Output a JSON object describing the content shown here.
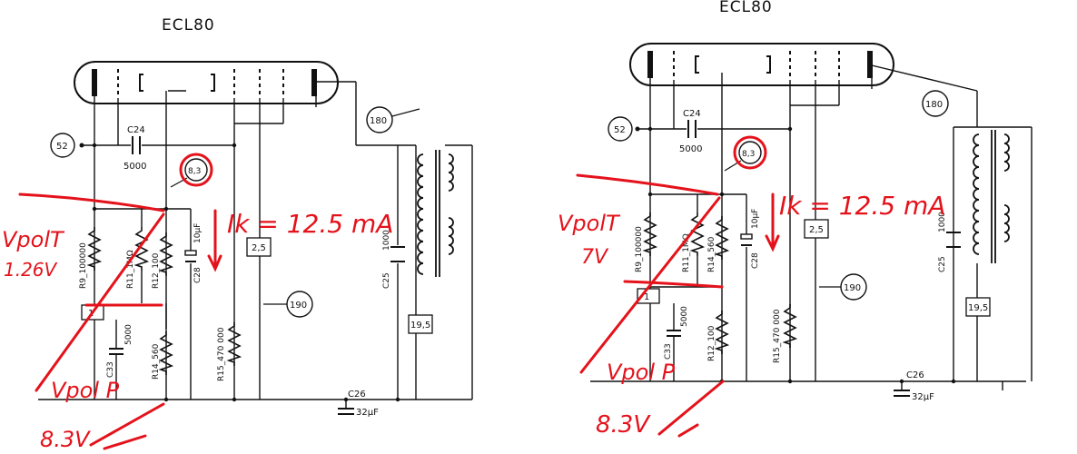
{
  "left": {
    "title": "ECL80",
    "tp_52": "52",
    "c24": "C24",
    "c24_val": "5000",
    "tp_83": "8,3",
    "tp_180": "180",
    "tp_190": "190",
    "box_25": "2,5",
    "box_195": "19,5",
    "box_left": "1",
    "r9": "R9_100000",
    "r11": "R11_1MΩ",
    "r12": "R12_100",
    "r14": "R14_560",
    "c28": "C28",
    "c28_val": "10μF",
    "c33": "C33",
    "c33_val": "5000",
    "r15": "R15_470 000",
    "c25": "C25",
    "c25_val": "1000",
    "c26": "C26",
    "c26_val": "32μF",
    "ann_ik": "Ik = 12.5 mA",
    "ann_vpolt": "VpolT",
    "ann_vpolt_val": "1.26V",
    "ann_vpolp": "Vpol P",
    "ann_vpolp_val": "8.3V"
  },
  "right": {
    "title": "ECL80",
    "tp_52": "52",
    "c24": "C24",
    "c24_val": "5000",
    "tp_83": "8,3",
    "tp_180": "180",
    "tp_190": "190",
    "box_25": "2,5",
    "box_195": "19,5",
    "box_left": "1",
    "r9": "R9_100000",
    "r11": "R11_1MΩ",
    "r14": "R14_560",
    "r12": "R12_100",
    "c28": "C28",
    "c28_val": "10μF",
    "c33": "C33",
    "c33_val": "5000",
    "r15": "R15_470 000",
    "c25": "C25",
    "c25_val": "1000",
    "c26": "C26",
    "c26_val": "32μF",
    "ann_ik": "Ik = 12.5 mA",
    "ann_vpolt": "VpolT",
    "ann_vpolt_val": "7V",
    "ann_vpolp": "Vpol P",
    "ann_vpolp_val": "8.3V"
  },
  "colors": {
    "ink": "#111111",
    "annotation": "#e4121b"
  }
}
